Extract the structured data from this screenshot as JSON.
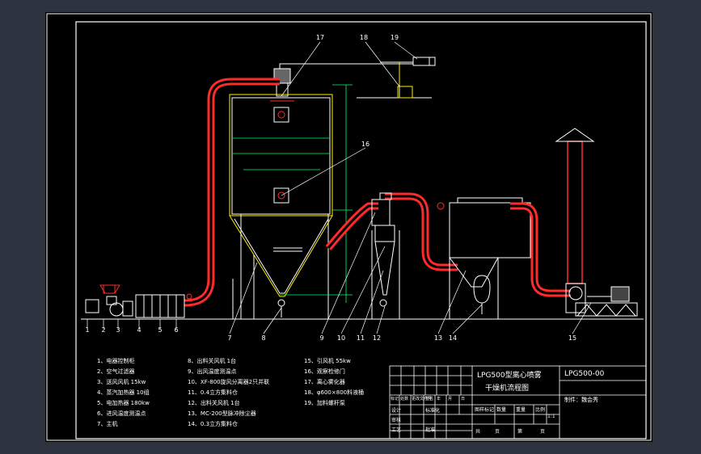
{
  "colors": {
    "background": "#2d3440",
    "sheet": "#000000",
    "line": "#ffffff",
    "duct": "#ff2a2a",
    "dim": "#00ff66",
    "callout": "#ffee00"
  },
  "callouts": [
    "1",
    "2",
    "3",
    "4",
    "5",
    "6",
    "7",
    "8",
    "9",
    "10",
    "11",
    "12",
    "13",
    "14",
    "15",
    "16",
    "17",
    "18",
    "19"
  ],
  "legend": {
    "col1": [
      "1、电器控制柜",
      "2、空气过滤器",
      "3、送风风机 15kw",
      "4、蒸汽加热器 10组",
      "5、电加热器 180kw",
      "6、进风温度测温点",
      "7、主机"
    ],
    "col2": [
      "8、出料关风机 1台",
      "9、出风温度测温点",
      "10、XF-800旋风分离器2只并联",
      "11、0.4立方集料仓",
      "12、出料关风机 1台",
      "13、MC-200型脉冲除尘器",
      "14、0.3立方集料仓"
    ],
    "col3": [
      "15、引风机 55kw",
      "16、观察检修门",
      "17、离心雾化器",
      "18、φ600×800料液桶",
      "19、加料螺杆泵"
    ]
  },
  "title_block": {
    "title_line1": "LPG500型离心喷雾",
    "title_line2": "干燥机流程图",
    "drawing_no": "LPG500-00",
    "maker": "制件：魏会秀",
    "scale": "1:1",
    "header_labels": [
      "标记",
      "处数",
      "更改文件号",
      "签名",
      "年",
      "月",
      "日"
    ],
    "row_labels": [
      "设计",
      "审核",
      "工艺"
    ],
    "small_labels": [
      "标准化",
      "批准",
      "图样标记",
      "数量",
      "重量",
      "比例",
      "共",
      "页",
      "第",
      "页"
    ]
  }
}
